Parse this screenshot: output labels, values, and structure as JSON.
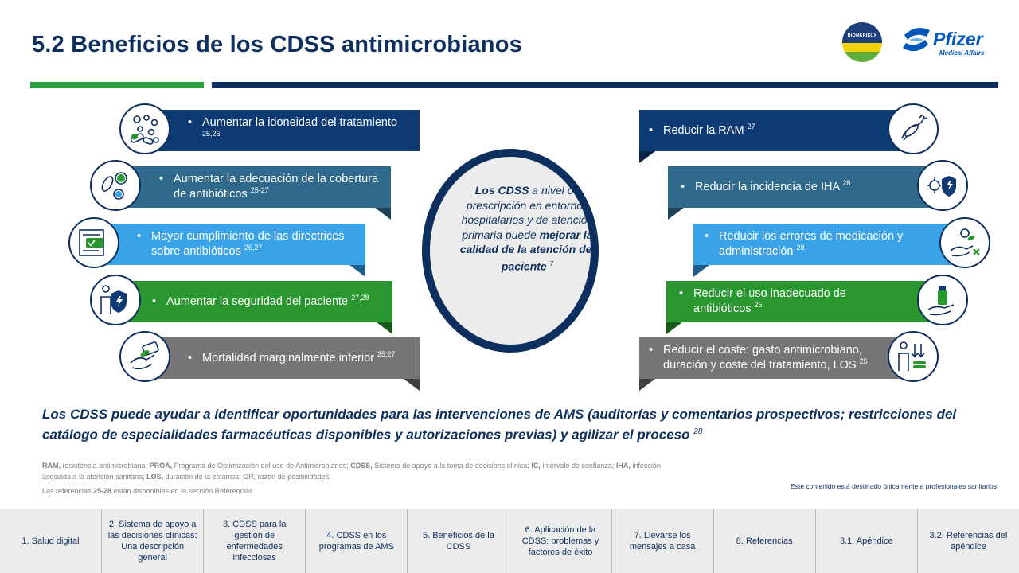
{
  "title": "5.2 Beneficios de los CDSS antimicrobianos",
  "logos": {
    "biomerieux": "BIOMÉRIEUX",
    "pfizer": "Pfizer",
    "pfizer_sub": "Medical Affairs"
  },
  "left_benefits": [
    {
      "text": "Aumentar la idoneidad del tratamiento",
      "refs": "25,26",
      "icon": "pills-capsules-icon",
      "color": "#0d3a73"
    },
    {
      "text": "Aumentar la adecuación de la cobertura de antibióticos",
      "refs": "25-27",
      "icon": "bacteria-icon",
      "color": "#2f6a8c"
    },
    {
      "text": "Mayor cumplimiento de las directrices sobre antibióticos",
      "refs": "26,27",
      "icon": "checklist-document-icon",
      "color": "#3aa3e8"
    },
    {
      "text": "Aumentar la seguridad del paciente",
      "refs": "27,28",
      "icon": "patient-shield-icon",
      "color": "#2a962f"
    },
    {
      "text": "Mortalidad marginalmente inferior",
      "refs": "25,27",
      "icon": "hand-pill-icon",
      "color": "#767676"
    }
  ],
  "right_benefits": [
    {
      "text": "Reducir la RAM",
      "refs": "27",
      "icon": "microbe-icon",
      "color": "#0d3a73"
    },
    {
      "text": "Reducir la incidencia de IHA",
      "refs": "28",
      "icon": "virus-shield-icon",
      "color": "#2f6a8c"
    },
    {
      "text": "Reducir los errores de medicación y administración",
      "refs": "28",
      "icon": "hand-pills-error-icon",
      "color": "#3aa3e8"
    },
    {
      "text": "Reducir el uso inadecuado de antibióticos",
      "refs": "25",
      "icon": "medicine-bottle-hand-icon",
      "color": "#2a962f"
    },
    {
      "text": "Reducir el coste: gasto antimicrobiano, duración y coste del tratamiento, LOS",
      "refs": "25",
      "icon": "cost-reduction-icon",
      "color": "#767676"
    }
  ],
  "center": {
    "part1": "Los CDSS",
    "part2": " a nivel de prescripción en entornos hospitalarios y de atención primaria puede ",
    "part3": "mejorar la calidad  de la atención del paciente",
    "ref": "7"
  },
  "summary": {
    "text": "Los CDSS puede ayudar a identificar oportunidades para las intervenciones de AMS (auditorías y comentarios prospectivos; restricciones del catálogo de especialidades farmacéuticas disponibles y autorizaciones previas) y agilizar el proceso",
    "ref": "28"
  },
  "abbreviations": [
    {
      "abbr": "RAM,",
      "desc": " resistencia antimicrobiana; "
    },
    {
      "abbr": "PROA,",
      "desc": " Programa de Optimización del uso de Antimicrobianos; "
    },
    {
      "abbr": "CDSS,",
      "desc": " Sistema de apoyo a la toma de decisions clínica; "
    },
    {
      "abbr": "IC,",
      "desc": " intervalo de confianza; "
    },
    {
      "abbr": "IHA,",
      "desc": " infección asociada a la atención sanitaria; "
    },
    {
      "abbr": "LOS,",
      "desc": " duración de la estancia; OR, razón de posibilidades."
    }
  ],
  "references_note": {
    "before": "Las referencias ",
    "bold": "25-28",
    "after": " están disponibles en la sección Referencias."
  },
  "disclaimer": "Este contenido está destinado únicamente a profesionales sanitarios",
  "nav": [
    "1. Salud digital",
    "2. Sistema de apoyo a las decisiones clínicas: Una descripción general",
    "3. CDSS para la gestión de enfermedades infecciosas",
    "4. CDSS en los programas de AMS",
    "5. Beneficios de la CDSS",
    "6. Aplicación de la CDSS: problemas y factores de éxito",
    "7. Llevarse los mensajes a casa",
    "8. Referencias",
    "3.1. Apéndice",
    "3.2. Referencias del apéndice"
  ]
}
